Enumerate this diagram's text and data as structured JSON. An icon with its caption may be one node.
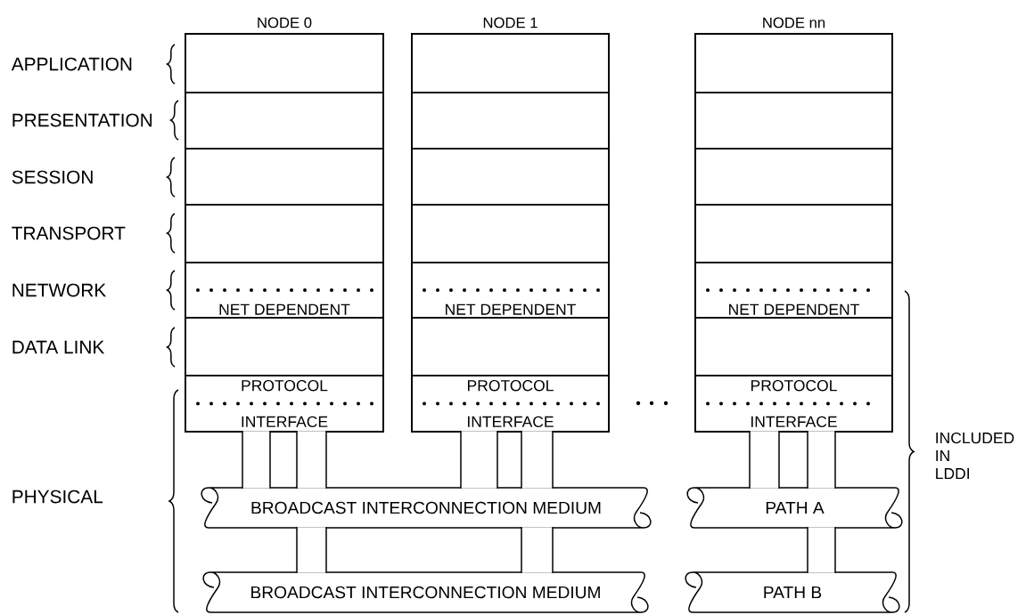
{
  "diagram": {
    "nodes": [
      {
        "text": [
          "NODE 0"
        ]
      },
      {
        "text": [],
        "shape": "box",
        "in": 0
      },
      {
        "text": [],
        "shape": "box",
        "in": 0
      },
      {
        "text": [],
        "shape": "box",
        "in": 0
      },
      {
        "text": [],
        "shape": "box",
        "in": 0
      },
      {
        "text": [
          "NET DEPENDENT"
        ],
        "in": 0
      },
      {
        "text": [],
        "shape": "box",
        "in": 0
      },
      {
        "text": [
          "PROTOCOL",
          "INTERFACE"
        ],
        "in": 0
      },
      {
        "text": [
          "NODE 1"
        ]
      },
      {
        "text": [],
        "shape": "box",
        "in": 8
      },
      {
        "text": [],
        "shape": "box",
        "in": 8
      },
      {
        "text": [],
        "shape": "box",
        "in": 8
      },
      {
        "text": [],
        "shape": "box",
        "in": 8
      },
      {
        "text": [
          "NET DEPENDENT"
        ],
        "in": 8
      },
      {
        "text": [],
        "shape": "box",
        "in": 8
      },
      {
        "text": [
          "PROTOCOL",
          "INTERFACE"
        ],
        "in": 8
      },
      {
        "text": [
          "NODE nn"
        ]
      },
      {
        "text": [],
        "shape": "box",
        "in": 16
      },
      {
        "text": [],
        "shape": "box",
        "in": 16
      },
      {
        "text": [],
        "shape": "box",
        "in": 16
      },
      {
        "text": [],
        "shape": "box",
        "in": 16
      },
      {
        "text": [
          "NET DEPENDENT"
        ],
        "in": 16
      },
      {
        "text": [],
        "shape": "box",
        "in": 16
      },
      {
        "text": [
          "PROTOCOL",
          "INTERFACE"
        ],
        "in": 16
      },
      {
        "text": [
          "BROADCAST INTERCONNECTION MEDIUM"
        ]
      },
      {
        "text": [
          "BROADCAST INTERCONNECTION MEDIUM"
        ]
      },
      {
        "text": [
          "PATH A"
        ]
      },
      {
        "text": [
          "PATH B"
        ]
      }
    ],
    "edges": [
      {
        "from": 7,
        "to": 24,
        "arrow": "none"
      },
      {
        "from": 7,
        "to": 24,
        "arrow": "none"
      },
      {
        "from": 15,
        "to": 24,
        "arrow": "none"
      },
      {
        "from": 15,
        "to": 24,
        "arrow": "none"
      },
      {
        "from": 23,
        "to": 26,
        "arrow": "none"
      },
      {
        "from": 23,
        "to": 26,
        "arrow": "none"
      },
      {
        "from": 24,
        "to": 25,
        "arrow": "none"
      },
      {
        "from": 24,
        "to": 25,
        "arrow": "none"
      },
      {
        "from": 26,
        "to": 27,
        "arrow": "none"
      }
    ],
    "labels": [
      "APPLICATION",
      "PRESENTATION",
      "SESSION",
      "TRANSPORT",
      "NETWORK",
      "DATA LINK",
      "PHYSICAL",
      "INCLUDED IN LDDI"
    ]
  }
}
